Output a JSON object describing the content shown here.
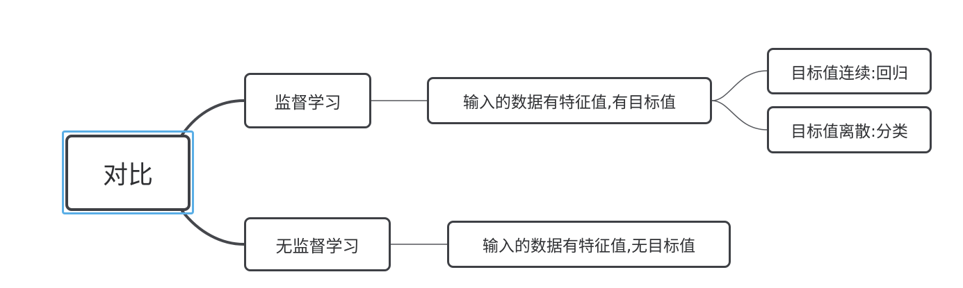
{
  "mindmap": {
    "root": {
      "label": "对比"
    },
    "branches": [
      {
        "label": "监督学习",
        "description": "输入的数据有特征值,有目标值",
        "children": [
          {
            "label": "目标值连续:回归"
          },
          {
            "label": "目标值离散:分类"
          }
        ]
      },
      {
        "label": "无监督学习",
        "description": "输入的数据有特征值,无目标值"
      }
    ]
  },
  "colors": {
    "node_border": "#3e4045",
    "node_text": "#2f3033",
    "main_connector": "#45474c",
    "sub_connector": "#55575c",
    "selection": "#5aaee6",
    "background": "#ffffff"
  }
}
